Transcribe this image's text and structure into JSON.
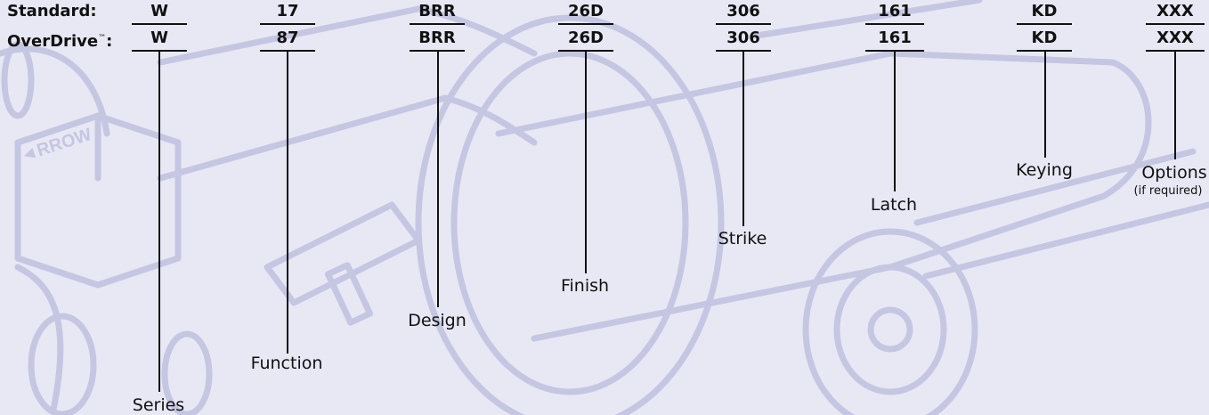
{
  "rows": {
    "standard_label": "Standard:",
    "overdrive_label": "OverDrive",
    "overdrive_tm": "™",
    "overdrive_colon": ":",
    "standard": [
      "W",
      "17",
      "BRR",
      "26D",
      "306",
      "161",
      "KD",
      "XXX"
    ],
    "overdrive": [
      "W",
      "87",
      "BRR",
      "26D",
      "306",
      "161",
      "KD",
      "XXX"
    ]
  },
  "captions": {
    "series": "Series",
    "function": "Function",
    "design": "Design",
    "finish": "Finish",
    "strike": "Strike",
    "latch": "Latch",
    "keying": "Keying",
    "options": "Options",
    "options_note": "(if required)"
  },
  "watermark": "ARROW",
  "colors": {
    "background": "#e8e8f4",
    "art": "#c5c6e2",
    "ink": "#111111"
  }
}
